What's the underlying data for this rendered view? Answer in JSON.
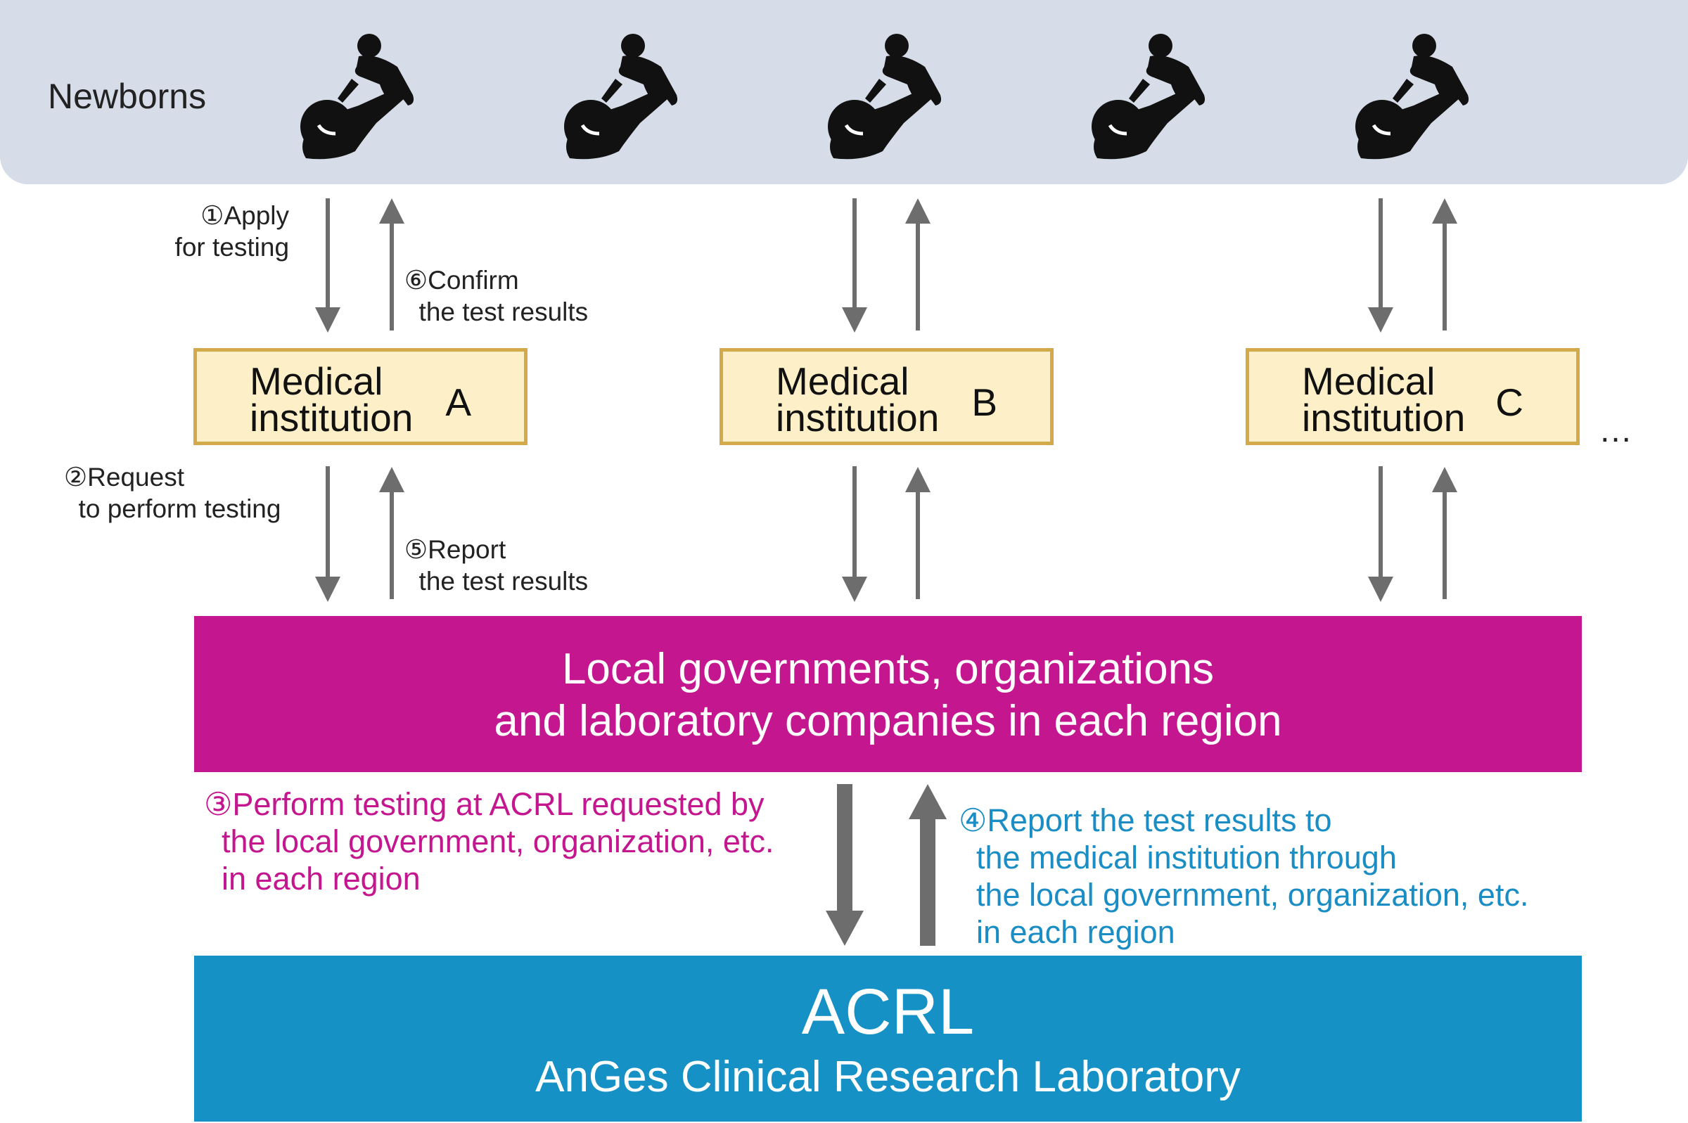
{
  "newborns": {
    "label": "Newborns",
    "icons": [
      "parent-holding-baby-icon",
      "parent-holding-baby-icon",
      "parent-holding-baby-icon",
      "parent-holding-baby-icon",
      "parent-holding-baby-icon"
    ]
  },
  "steps": {
    "step1": "①Apply\n  for testing",
    "step6": "⑥Confirm\n  the test results",
    "step2": "②Request\n  to perform testing",
    "step5": "⑤Report\n  the test results",
    "step3": "③Perform testing at ACRL requested by\n  the local government, organization, etc.\n  in each region",
    "step4": "④Report the test results to\n  the medical institution through\n  the local government, organization, etc.\n  in each region"
  },
  "institutions": [
    {
      "name": "Medical\ninstitution",
      "letter": "A"
    },
    {
      "name": "Medical\ninstitution",
      "letter": "B"
    },
    {
      "name": "Medical\ninstitution",
      "letter": "C"
    }
  ],
  "ellipsis": "…",
  "region": {
    "label": "Local governments, organizations\nand laboratory companies in each region"
  },
  "acrl": {
    "title": "ACRL",
    "subtitle": "AnGes Clinical Research Laboratory"
  },
  "colors": {
    "band": "#d6dde8",
    "institution_fill": "#fdf0c8",
    "institution_border": "#d4a94a",
    "region": "#c4168e",
    "acrl": "#1691c6",
    "arrow": "#6d6d6d"
  }
}
